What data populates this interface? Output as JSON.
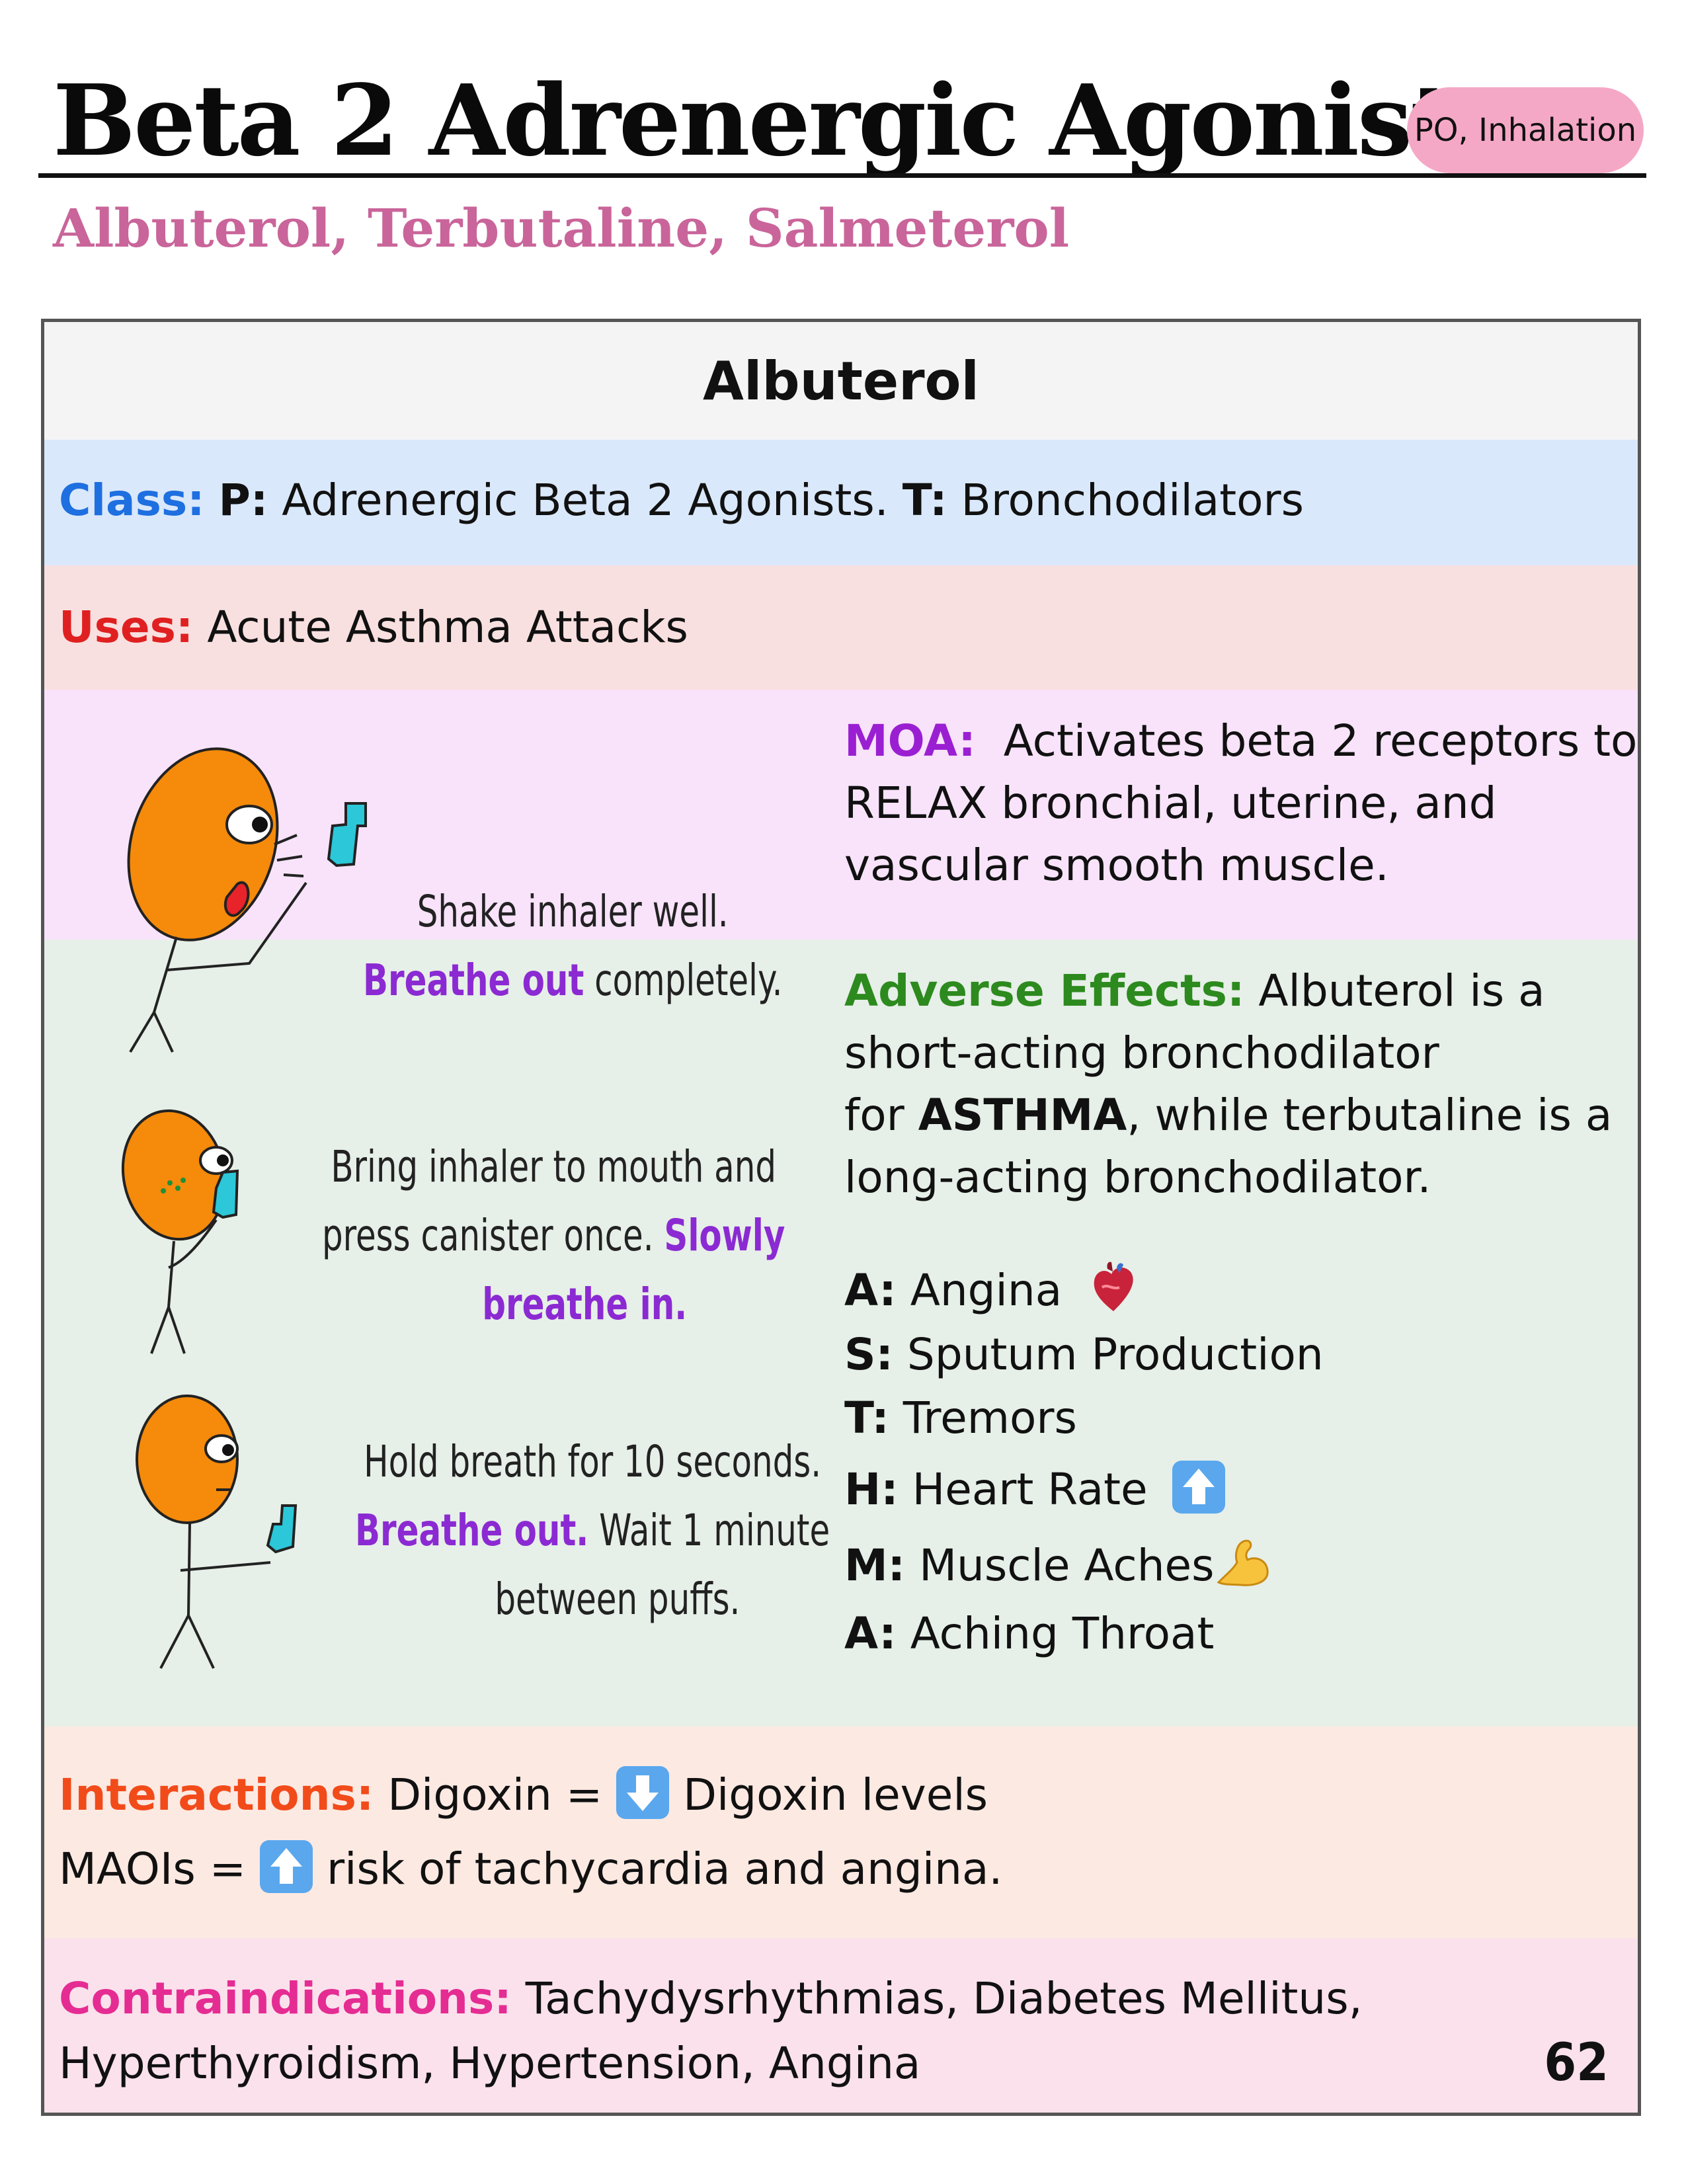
{
  "header": {
    "title": "Beta 2 Adrenergic Agonists",
    "route": "PO, Inhalation",
    "subtitle": "Albuterol, Terbutaline, Salmeterol"
  },
  "card": {
    "drug_name": "Albuterol",
    "class": {
      "label": "Class:",
      "p_label": "P:",
      "p_text": "Adrenergic Beta 2 Agonists.",
      "t_label": "T:",
      "t_text": "Bronchodilators"
    },
    "uses": {
      "label": "Uses:",
      "text": "Acute Asthma Attacks"
    },
    "moa": {
      "label": "MOA:",
      "lines": [
        "Activates beta 2 receptors to",
        "RELAX bronchial, uterine, and",
        "vascular smooth muscle."
      ]
    },
    "adverse": {
      "label": "Adverse Effects:",
      "line1": "Albuterol is a",
      "line2": "short-acting bronchodilator",
      "line3_pre": "for",
      "line3_bold": "ASTHMA",
      "line3_post": ", while terbutaline is a",
      "line4": "long-acting bronchodilator.",
      "mnemonic": [
        {
          "letter": "A:",
          "text": "Angina",
          "icon": "heart-icon"
        },
        {
          "letter": "S:",
          "text": "Sputum Production",
          "icon": ""
        },
        {
          "letter": "T:",
          "text": "Tremors",
          "icon": ""
        },
        {
          "letter": "H:",
          "text": "Heart Rate",
          "icon": "up-arrow-icon"
        },
        {
          "letter": "M:",
          "text": "Muscle Aches",
          "icon": "flexed-biceps-icon"
        },
        {
          "letter": "A:",
          "text": "Aching Throat",
          "icon": ""
        }
      ]
    },
    "steps": {
      "s1_l1": "Shake inhaler well.",
      "s1_hl": "Breathe out",
      "s1_rest": " completely.",
      "s2_l1": "Bring inhaler to mouth and",
      "s2_l2a": "press canister once. ",
      "s2_hl1": "Slowly",
      "s2_hl2": "breathe in.",
      "s3_l1": "Hold breath for 10 seconds.",
      "s3_hl": "Breathe out.",
      "s3_rest": " Wait 1 minute",
      "s3_l3": "between puffs."
    },
    "interactions": {
      "label": "Interactions:",
      "l1_a": "Digoxin =",
      "l1_b": "Digoxin levels",
      "l2_a": "MAOIs =",
      "l2_b": "risk of tachycardia and angina."
    },
    "contraindications": {
      "label": "Contraindications:",
      "l1": "Tachydysrhythmias, Diabetes Mellitus,",
      "l2": "Hyperthyroidism, Hypertension, Angina"
    },
    "page_number": "62"
  },
  "colors": {
    "pill": "#f5a8c6",
    "subtitle": "#c9659a",
    "figure_orange": "#f58a0b",
    "inhaler": "#2cc7d8"
  }
}
